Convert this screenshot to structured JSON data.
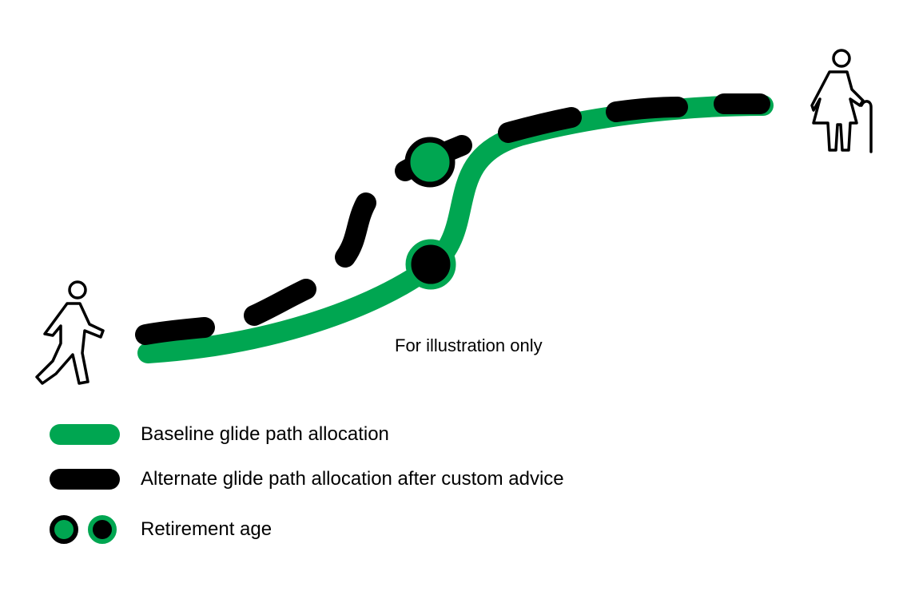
{
  "colors": {
    "baseline": "#00A651",
    "alternate": "#000000"
  },
  "caption": "For illustration only",
  "icons": {
    "start": "walking-person-icon",
    "end": "elderly-person-with-cane-icon"
  },
  "legend": [
    {
      "type": "line-green",
      "label": "Baseline glide path allocation"
    },
    {
      "type": "line-black",
      "label": "Alternate glide path allocation after custom advice"
    },
    {
      "type": "dots",
      "label": "Retirement age"
    }
  ]
}
